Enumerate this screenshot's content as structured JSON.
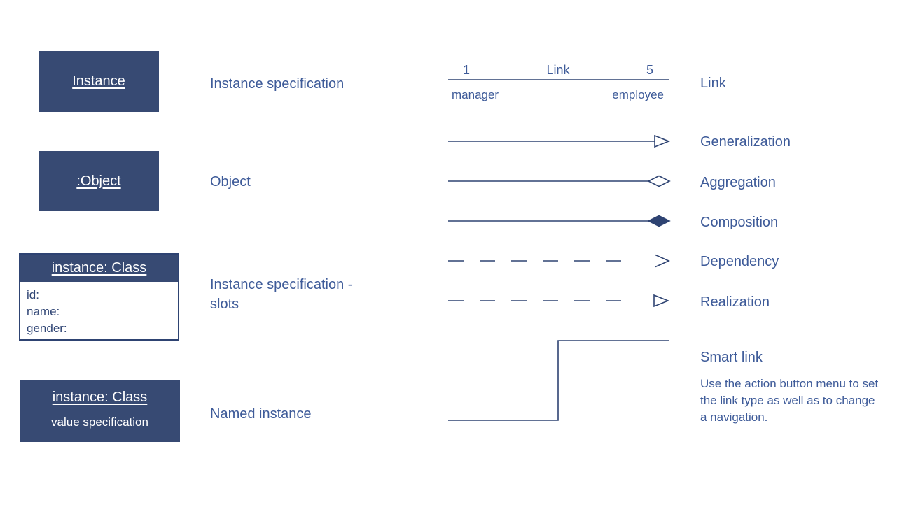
{
  "colors": {
    "box_fill": "#374a73",
    "connector_line": "#2e4372",
    "label_text": "#3e5b99",
    "slot_text": "#324776",
    "box_text": "#ffffff",
    "background": "#ffffff"
  },
  "diagram": {
    "boxes": {
      "instance": {
        "title": "Instance",
        "label": "Instance specification"
      },
      "object": {
        "title": ":Object",
        "label": "Object"
      },
      "slots": {
        "title": "instance: Class",
        "slots": [
          "id:",
          "name:",
          "gender:"
        ],
        "label": "Instance specification - slots"
      },
      "named": {
        "title": "instance: Class",
        "subtitle": "value specification",
        "label": "Named instance"
      }
    },
    "link_example": {
      "multiplicity_left": "1",
      "name": "Link",
      "multiplicity_right": "5",
      "role_left": "manager",
      "role_right": "employee",
      "label": "Link"
    },
    "connectors": [
      {
        "type": "generalization",
        "label": "Generalization"
      },
      {
        "type": "aggregation",
        "label": "Aggregation"
      },
      {
        "type": "composition",
        "label": "Composition"
      },
      {
        "type": "dependency",
        "label": "Dependency"
      },
      {
        "type": "realization",
        "label": "Realization"
      }
    ],
    "smart_link": {
      "label": "Smart link",
      "description": "Use the action button menu to set the link type as well as to change a navigation."
    }
  }
}
